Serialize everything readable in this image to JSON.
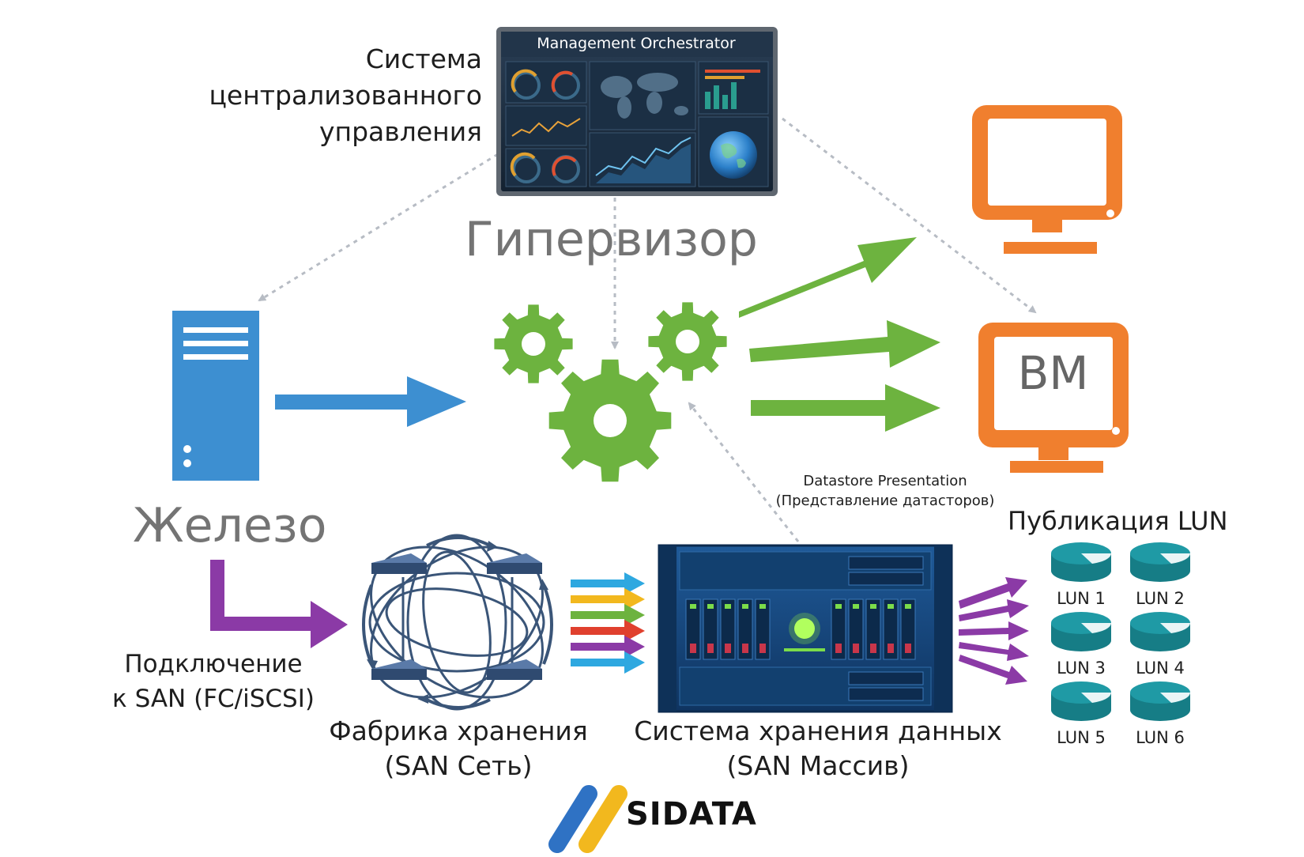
{
  "labels": {
    "management_system": [
      "Система",
      "централизованного",
      "управления"
    ],
    "dashboard_title": "Management Orchestrator",
    "hypervisor": "Гипервизор",
    "hardware": "Железо",
    "vm": "ВМ",
    "san_connection": [
      "Подключение",
      "к SAN (FC/iSCSI)"
    ],
    "storage_fabric": [
      "Фабрика хранения",
      "(SAN Сеть)"
    ],
    "storage_system": [
      "Система хранения данных",
      "(SAN Массив)"
    ],
    "datastore_presentation": [
      "Datastore Presentation",
      "(Представление датасторов)"
    ],
    "lun_publication": "Публикация LUN",
    "luns": [
      "LUN 1",
      "LUN 2",
      "LUN 3",
      "LUN 4",
      "LUN 5",
      "LUN 6"
    ],
    "brand": "SIDATA"
  },
  "colors": {
    "server": "#3d8fd1",
    "hypervisor_gears": "#6db33f",
    "vm_monitors": "#f07f2e",
    "san_link": "#8b3aa6",
    "lun_disks": "#1f9aa5",
    "dashboard_bg": "#1c2b3c",
    "fabric": "#3a5578",
    "storage_array": "#17457a",
    "brand_blue": "#2f72c4",
    "brand_yellow": "#f2b81e"
  },
  "icons": {
    "server": "server-tower-icon",
    "hypervisor": "gears-icon",
    "vm": "monitor-icon",
    "storage_fabric": "network-switch-mesh-icon",
    "storage_array": "storage-array-icon",
    "lun": "disk-cylinder-icon",
    "dashboard": "dashboard-screen-icon",
    "brand": "sidata-logo-icon"
  }
}
